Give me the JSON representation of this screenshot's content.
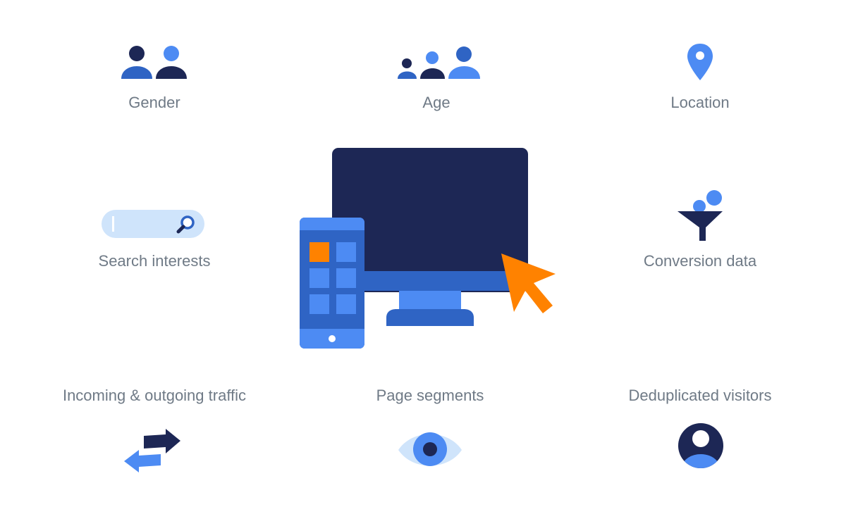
{
  "colors": {
    "navy": "#1d2755",
    "blue": "#2f64c4",
    "light_blue": "#4d8bf3",
    "pale_blue": "#cfe4fb",
    "orange": "#ff8200",
    "label_gray": "#6f7a86"
  },
  "features": {
    "gender": {
      "label": "Gender",
      "icon": "people-pair-icon"
    },
    "age": {
      "label": "Age",
      "icon": "people-group-icon"
    },
    "location": {
      "label": "Location",
      "icon": "map-pin-icon"
    },
    "search_interests": {
      "label": "Search interests",
      "icon": "search-bar-icon"
    },
    "conversion_data": {
      "label": "Conversion data",
      "icon": "funnel-icon"
    },
    "traffic": {
      "label": "Incoming & outgoing traffic",
      "icon": "swap-arrows-icon"
    },
    "page_segments": {
      "label": "Page segments",
      "icon": "eye-icon"
    },
    "deduplicated_visitors": {
      "label": "Deduplicated visitors",
      "icon": "user-avatar-icon"
    }
  },
  "center": {
    "icon": "devices-illustration-icon"
  }
}
